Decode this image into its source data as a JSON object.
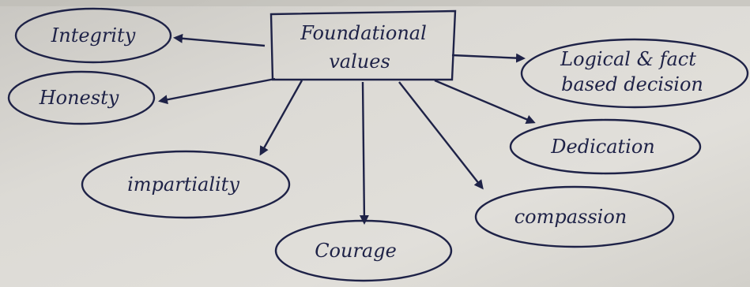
{
  "center": {
    "line1": "Foundational",
    "line2": "values"
  },
  "nodes": [
    {
      "id": "integrity",
      "label": "Integrity"
    },
    {
      "id": "honesty",
      "label": "Honesty"
    },
    {
      "id": "impartiality",
      "label": "impartiality"
    },
    {
      "id": "courage",
      "label": "Courage"
    },
    {
      "id": "compassion",
      "label": "compassion"
    },
    {
      "id": "dedication",
      "label": "Dedication"
    },
    {
      "id": "logical",
      "label_line1": "Logical & fact",
      "label_line2": "based decision"
    }
  ],
  "edges": [
    {
      "from": "center",
      "to": "integrity"
    },
    {
      "from": "center",
      "to": "honesty"
    },
    {
      "from": "center",
      "to": "impartiality"
    },
    {
      "from": "center",
      "to": "courage"
    },
    {
      "from": "center",
      "to": "compassion"
    },
    {
      "from": "center",
      "to": "dedication"
    },
    {
      "from": "center",
      "to": "logical"
    }
  ],
  "colors": {
    "ink": "#1e2247",
    "paper": "#d9d7d2"
  }
}
